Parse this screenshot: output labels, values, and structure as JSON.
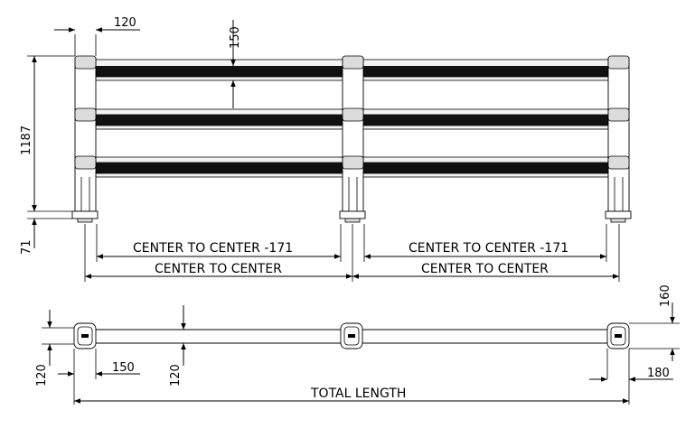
{
  "drawing": {
    "front_view": {
      "dims": {
        "post_width": "120",
        "rail_gap": "150",
        "height": "1187",
        "base": "71",
        "c2c_minus_left": "CENTER TO CENTER -171",
        "c2c_minus_right": "CENTER TO CENTER -171",
        "c2c_left": "CENTER TO CENTER",
        "c2c_right": "CENTER TO CENTER"
      }
    },
    "plan_view": {
      "dims": {
        "left_offset": "120",
        "post_depth": "150",
        "rail_offset": "120",
        "rail_depth": "160",
        "end_width": "180",
        "total_length": "TOTAL LENGTH"
      }
    }
  }
}
